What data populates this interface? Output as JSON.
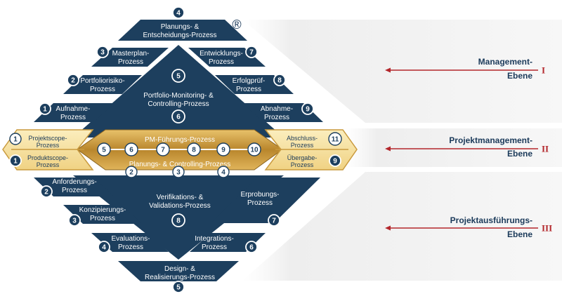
{
  "colors": {
    "navy": "#1d3f5e",
    "gold": "#c99a3e",
    "gold_light": "#f3dc9a",
    "red": "#b3262b",
    "band": "#ececec"
  },
  "diagram": {
    "registered_mark": "®",
    "top_left": [
      {
        "num": "3",
        "lines": [
          "Masterplan-",
          "Prozess"
        ]
      },
      {
        "num": "2",
        "lines": [
          "Portfoliorisiko-",
          "Prozess"
        ]
      },
      {
        "num": "1",
        "lines": [
          "Aufnahme-",
          "Prozess"
        ]
      }
    ],
    "top_right": [
      {
        "num": "7",
        "lines": [
          "Entwicklungs-",
          "Prozess"
        ]
      },
      {
        "num": "8",
        "lines": [
          "Erfolgprüf-",
          "Prozess"
        ]
      },
      {
        "num": "9",
        "lines": [
          "Abnahme-",
          "Prozess"
        ]
      }
    ],
    "top_apex": {
      "num": "4",
      "lines": [
        "Planungs- &",
        "Entscheidungs-Prozess"
      ]
    },
    "top_center": {
      "num_top": "5",
      "lines": [
        "Portfolio-Monitoring- &",
        "Controlling-Prozess"
      ],
      "num_bottom": "6"
    },
    "middle": {
      "left_top": {
        "num": "1",
        "lines": [
          "Projektscope-",
          "Prozess"
        ]
      },
      "left_bottom": {
        "num": "1",
        "lines": [
          "Produktscope-",
          "Prozess"
        ]
      },
      "right_top": {
        "num": "11",
        "lines": [
          "Abschluss-",
          "Prozess"
        ]
      },
      "right_bottom": {
        "num": "9",
        "lines": [
          "Übergabe-",
          "Prozess"
        ]
      },
      "title_top": "PM-Führungs-Prozess",
      "title_bottom": "Planungs- & Controlling-Prozess",
      "row_numbers": [
        "5",
        "6",
        "7",
        "8",
        "9",
        "10"
      ],
      "bottom_numbers": [
        "2",
        "3",
        "4"
      ]
    },
    "bottom_left": [
      {
        "num": "2",
        "lines": [
          "Anforderungs-",
          "Prozess"
        ]
      },
      {
        "num": "3",
        "lines": [
          "Konzipierungs-",
          "Prozess"
        ]
      },
      {
        "num": "4",
        "lines": [
          "Evaluations-",
          "Prozess"
        ]
      }
    ],
    "bottom_right": [
      {
        "num": "7",
        "lines": [
          "Erprobungs-",
          "Prozess"
        ]
      },
      {
        "num": "6",
        "lines": [
          "Integrations-",
          "Prozess"
        ]
      }
    ],
    "bottom_center": {
      "lines": [
        "Verifikations- &",
        "Validations-Prozess"
      ],
      "num": "8"
    },
    "bottom_apex": {
      "num": "5",
      "lines": [
        "Design- &",
        "Realisierungs-Prozess"
      ]
    }
  },
  "levels": [
    {
      "name_line1": "Management-",
      "name_line2": "Ebene",
      "roman": "I"
    },
    {
      "name_line1": "Projektmanagement-",
      "name_line2": "Ebene",
      "roman": "II"
    },
    {
      "name_line1": "Projektausführungs-",
      "name_line2": "Ebene",
      "roman": "III"
    }
  ]
}
